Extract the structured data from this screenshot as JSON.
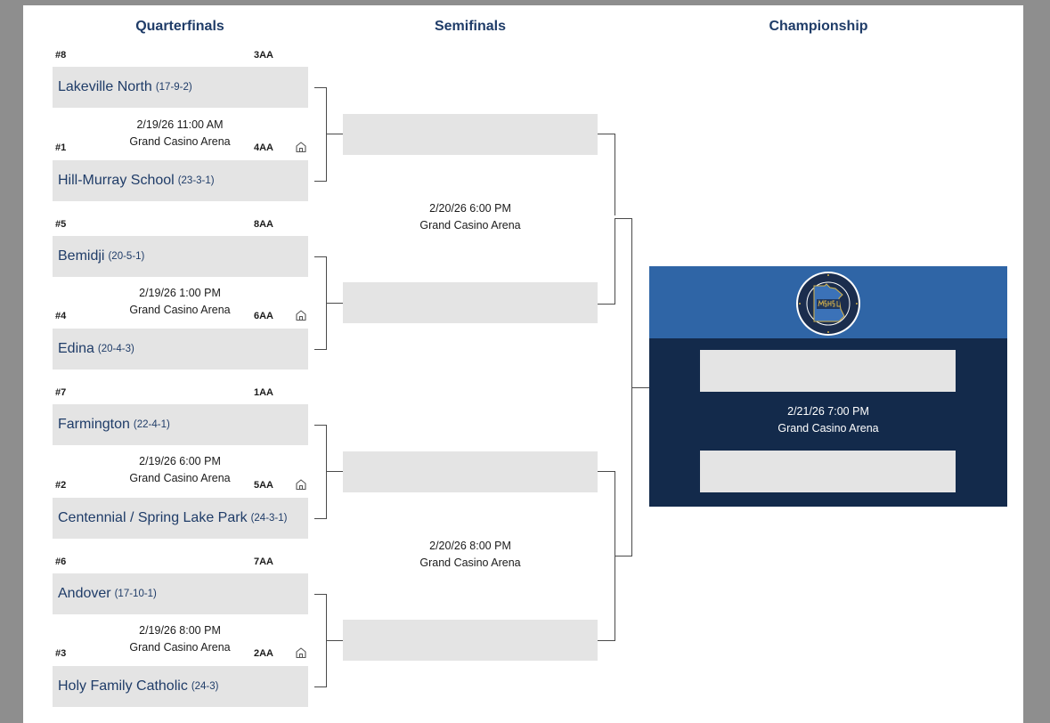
{
  "headers": {
    "quarterfinals": "Quarterfinals",
    "semifinals": "Semifinals",
    "championship": "Championship"
  },
  "quarterfinals": [
    {
      "top": {
        "seed": "#8",
        "class": "3AA",
        "name": "Lakeville North",
        "record": "(17-9-2)"
      },
      "game": {
        "date": "2/19/26 11:00 AM",
        "venue": "Grand Casino Arena"
      },
      "bottom": {
        "seed": "#1",
        "class": "4AA",
        "name": "Hill-Murray School",
        "record": "(23-3-1)"
      }
    },
    {
      "top": {
        "seed": "#5",
        "class": "8AA",
        "name": "Bemidji",
        "record": "(20-5-1)"
      },
      "game": {
        "date": "2/19/26 1:00 PM",
        "venue": "Grand Casino Arena"
      },
      "bottom": {
        "seed": "#4",
        "class": "6AA",
        "name": "Edina",
        "record": "(20-4-3)"
      }
    },
    {
      "top": {
        "seed": "#7",
        "class": "1AA",
        "name": "Farmington",
        "record": "(22-4-1)"
      },
      "game": {
        "date": "2/19/26 6:00 PM",
        "venue": "Grand Casino Arena"
      },
      "bottom": {
        "seed": "#2",
        "class": "5AA",
        "name": "Centennial / Spring Lake Park",
        "record": "(24-3-1)"
      }
    },
    {
      "top": {
        "seed": "#6",
        "class": "7AA",
        "name": "Andover",
        "record": "(17-10-1)"
      },
      "game": {
        "date": "2/19/26 8:00 PM",
        "venue": "Grand Casino Arena"
      },
      "bottom": {
        "seed": "#3",
        "class": "2AA",
        "name": "Holy Family Catholic",
        "record": "(24-3)"
      }
    }
  ],
  "semifinals": [
    {
      "date": "2/20/26 6:00 PM",
      "venue": "Grand Casino Arena"
    },
    {
      "date": "2/20/26 8:00 PM",
      "venue": "Grand Casino Arena"
    }
  ],
  "championship": {
    "date": "2/21/26 7:00 PM",
    "venue": "Grand Casino Arena"
  },
  "icons": {
    "home": "home-icon",
    "logo": "mshsl-logo"
  },
  "colors": {
    "heading": "#1f3c68",
    "box": "#e4e4e4",
    "champ_header": "#2f65a6",
    "champ_body": "#132a4b",
    "frame": "#8e8e8e"
  }
}
